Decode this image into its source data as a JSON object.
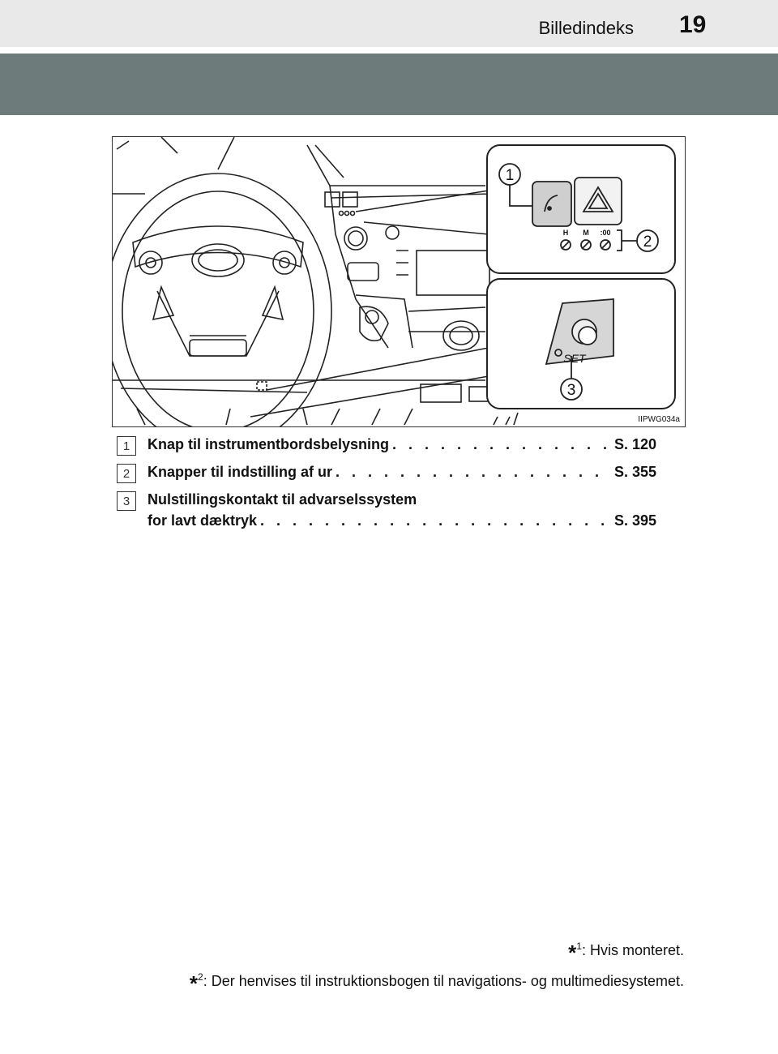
{
  "header": {
    "section_title": "Billedindeks",
    "page_number": "19"
  },
  "figure": {
    "code": "IIPWG034a",
    "callout_1": "1",
    "callout_2": "2",
    "callout_3": "3",
    "clock_h": "H",
    "clock_m": "M",
    "clock_00": ":00",
    "set_label": "SET"
  },
  "items": [
    {
      "number": "1",
      "label": "Knap til instrumentbordsbelysning",
      "page": "S. 120"
    },
    {
      "number": "2",
      "label": "Knapper til indstilling af ur",
      "page": "S. 355"
    },
    {
      "number": "3",
      "label_line1": "Nulstillingskontakt til advarselssystem",
      "label": "for lavt dæktryk",
      "page": "S. 395"
    }
  ],
  "footnotes": {
    "fn1_star": "*",
    "fn1_sup": "1",
    "fn1_text": ": Hvis monteret.",
    "fn2_star": "*",
    "fn2_sup": "2",
    "fn2_text": ": Der henvises til instruktionsbogen til navigations- og multimediesystemet."
  }
}
